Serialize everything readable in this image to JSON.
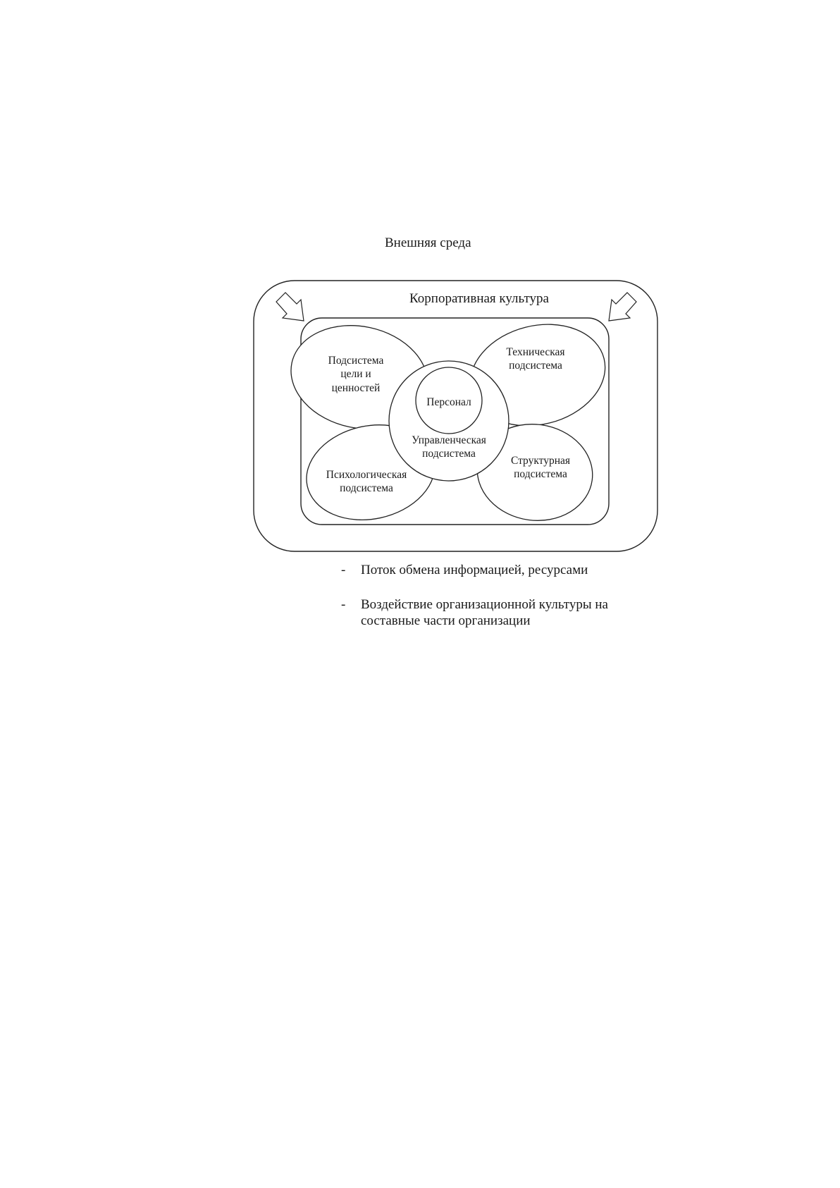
{
  "diagram": {
    "external_environment": "Внешняя среда",
    "corporate_culture": "Корпоративная культура",
    "subsystems": {
      "goals_values": [
        "Подсистема",
        "цели и",
        "ценностей"
      ],
      "technical": [
        "Техническая",
        "подсистема"
      ],
      "psychological": [
        "Психологическая",
        "подсистема"
      ],
      "structural": [
        "Структурная",
        "подсистема"
      ],
      "management": [
        "Управленческая",
        "подсистема"
      ]
    },
    "personnel": "Персонал"
  },
  "legend": [
    {
      "marker": "-",
      "text": "Поток обмена информацией, ресурсами"
    },
    {
      "marker": "-",
      "text": "Воздействие организационной культуры на составные части организации"
    }
  ]
}
